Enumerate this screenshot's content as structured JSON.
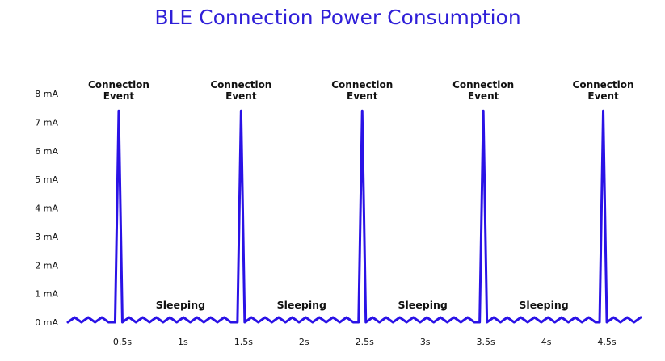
{
  "chart_data": {
    "type": "line",
    "title": "BLE Connection Power Consumption",
    "title_color": "#2f1fd8",
    "line_color": "#2a12e6",
    "xlabel": "",
    "ylabel": "",
    "grid": false,
    "y_ticks": [
      {
        "value": 0,
        "label": "0 mA"
      },
      {
        "value": 1,
        "label": "1 mA"
      },
      {
        "value": 2,
        "label": "2 mA"
      },
      {
        "value": 3,
        "label": "3 mA"
      },
      {
        "value": 4,
        "label": "4 mA"
      },
      {
        "value": 5,
        "label": "5 mA"
      },
      {
        "value": 6,
        "label": "6 mA"
      },
      {
        "value": 7,
        "label": "7 mA"
      },
      {
        "value": 8,
        "label": "8 mA"
      }
    ],
    "x_ticks": [
      {
        "value": 0.5,
        "label": "0.5s"
      },
      {
        "value": 1.0,
        "label": "1s"
      },
      {
        "value": 1.5,
        "label": "1.5s"
      },
      {
        "value": 2.0,
        "label": "2s"
      },
      {
        "value": 2.5,
        "label": "2.5s"
      },
      {
        "value": 3.0,
        "label": "3s"
      },
      {
        "value": 3.5,
        "label": "3.5s"
      },
      {
        "value": 4.0,
        "label": "4s"
      },
      {
        "value": 4.5,
        "label": "4.5s"
      }
    ],
    "xlim": [
      0.05,
      4.78
    ],
    "ylim": [
      0,
      8
    ],
    "baseline_ma": 0,
    "peaks": [
      {
        "x": 0.47,
        "y": 7.4,
        "label_line1": "Connection",
        "label_line2": "Event"
      },
      {
        "x": 1.48,
        "y": 7.4,
        "label_line1": "Connection",
        "label_line2": "Event"
      },
      {
        "x": 2.48,
        "y": 7.4,
        "label_line1": "Connection",
        "label_line2": "Event"
      },
      {
        "x": 3.48,
        "y": 7.4,
        "label_line1": "Connection",
        "label_line2": "Event"
      },
      {
        "x": 4.47,
        "y": 7.4,
        "label_line1": "Connection",
        "label_line2": "Event"
      }
    ],
    "annotations": [
      {
        "x": 0.98,
        "text": "Sleeping"
      },
      {
        "x": 1.98,
        "text": "Sleeping"
      },
      {
        "x": 2.98,
        "text": "Sleeping"
      },
      {
        "x": 3.98,
        "text": "Sleeping"
      }
    ]
  }
}
